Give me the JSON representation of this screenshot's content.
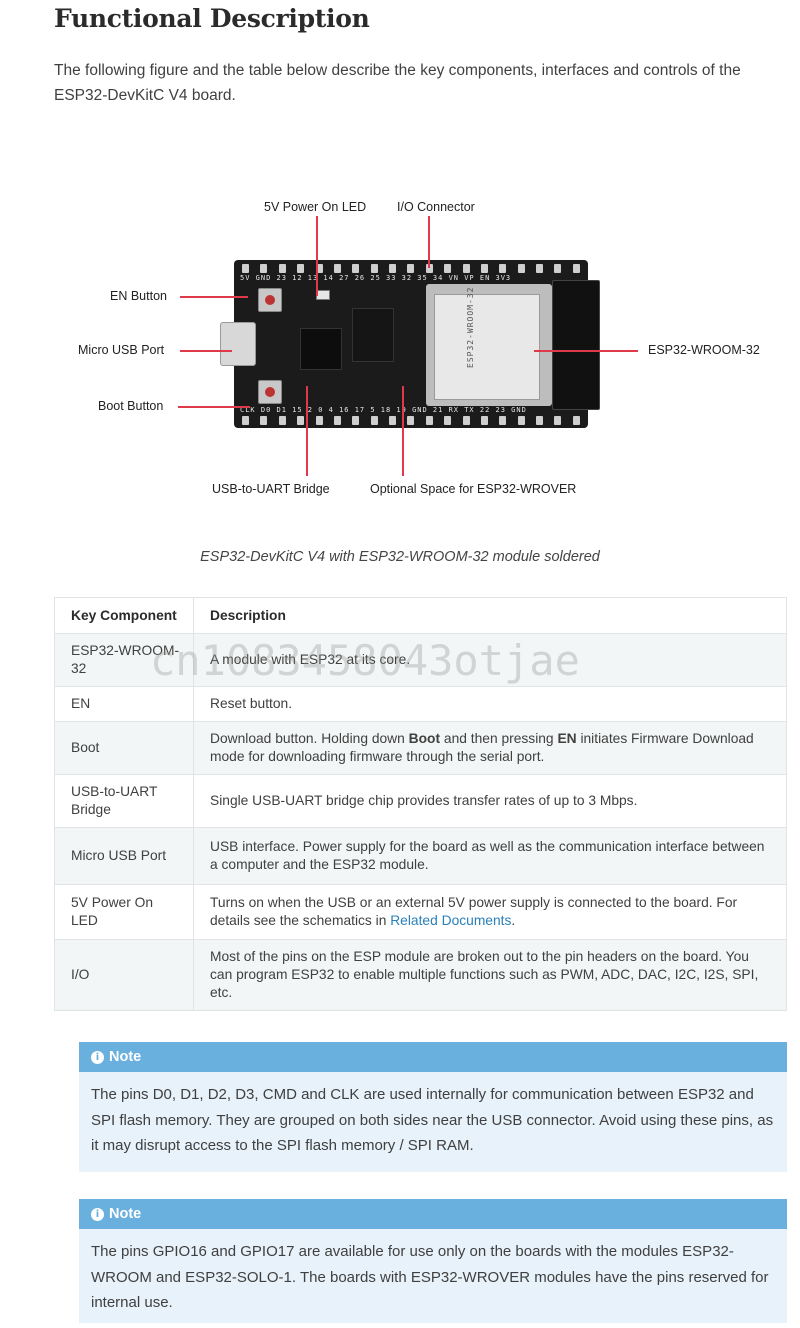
{
  "page": {
    "title": "Functional Description",
    "intro": "The following figure and the table below describe the key components, interfaces and controls of the ESP32-DevKitC V4 board."
  },
  "figure": {
    "labels": {
      "led": "5V Power On LED",
      "io": "I/O Connector",
      "en": "EN Button",
      "usb": "Micro USB Port",
      "boot": "Boot Button",
      "module": "ESP32-WROOM-32",
      "bridge": "USB-to-UART Bridge",
      "wrover": "Optional Space for ESP32-WROVER"
    },
    "silkscreen_top": "5V GND 23 12 13 14 27 26 25 33 32 35 34 VN VP EN 3V3",
    "silkscreen_bottom": "CLK D0 D1 15 2 0 4 16 17 5 18 19 GND 21 RX TX 22 23 GND",
    "module_marking": "ESP32-WROOM-32",
    "caption": "ESP32-DevKitC V4 with ESP32-WROOM-32 module soldered"
  },
  "table": {
    "headers": [
      "Key Component",
      "Description"
    ],
    "rows": [
      {
        "component": "ESP32-WROOM-32",
        "description": "A module with ESP32 at its core."
      },
      {
        "component": "EN",
        "description": "Reset button."
      },
      {
        "component": "Boot",
        "desc_pre": "Download button. Holding down ",
        "desc_b1": "Boot",
        "desc_mid": " and then pressing ",
        "desc_b2": "EN",
        "desc_post": " initiates Firmware Download mode for downloading firmware through the serial port."
      },
      {
        "component": "USB-to-UART Bridge",
        "description": "Single USB-UART bridge chip provides transfer rates of up to 3 Mbps."
      },
      {
        "component": "Micro USB Port",
        "description": "USB interface. Power supply for the board as well as the communication interface between a computer and the ESP32 module."
      },
      {
        "component": "5V Power On LED",
        "desc_pre": "Turns on when the USB or an external 5V power supply is connected to the board. For details see the schematics in ",
        "desc_link": "Related Documents",
        "desc_post": "."
      },
      {
        "component": "I/O",
        "description": "Most of the pins on the ESP module are broken out to the pin headers on the board. You can program ESP32 to enable multiple functions such as PWM, ADC, DAC, I2C, I2S, SPI, etc."
      }
    ]
  },
  "watermark": "cn1083458043otjae",
  "notes": [
    {
      "title": "Note",
      "body": "The pins D0, D1, D2, D3, CMD and CLK are used internally for communication between ESP32 and SPI flash memory. They are grouped on both sides near the USB connector. Avoid using these pins, as it may disrupt access to the SPI flash memory / SPI RAM."
    },
    {
      "title": "Note",
      "body": "The pins GPIO16 and GPIO17 are available for use only on the boards with the modules ESP32-WROOM and ESP32-SOLO-1. The boards with ESP32-WROVER modules have the pins reserved for internal use."
    }
  ],
  "colors": {
    "note_header": "#6ab0de",
    "note_bg": "#e7f2fa",
    "link": "#2980b9",
    "callout_line": "#e03a4a"
  },
  "icons": {
    "note": "info-circle-icon"
  }
}
